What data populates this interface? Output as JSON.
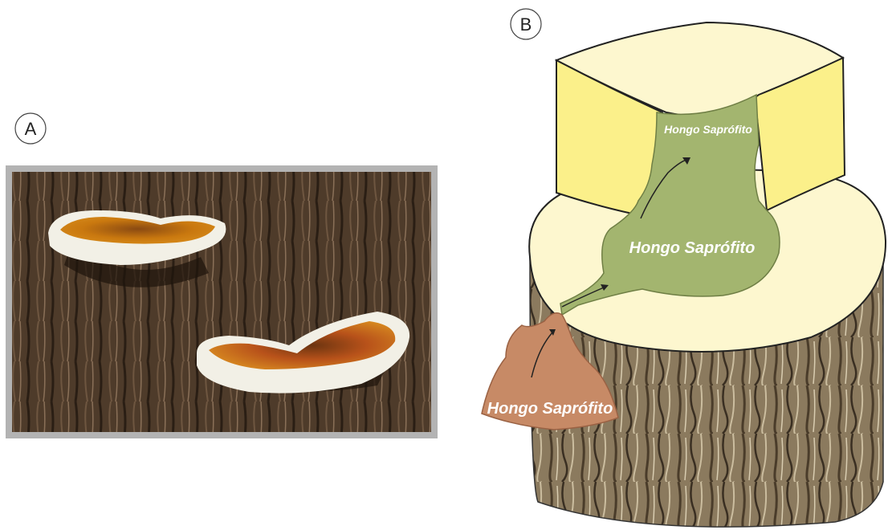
{
  "panels": {
    "a": {
      "label": "A"
    },
    "b": {
      "label": "B"
    }
  },
  "labels": {
    "fungus_top": "Hongo Saprófito",
    "fungus_middle": "Hongo Saprófito",
    "fungus_bottom": "Hongo Saprófito"
  },
  "colors": {
    "block_top": "#fdf7cf",
    "block_side": "#fbf08a",
    "disc_top": "#fdf7cf",
    "fungus_green": "#a3b56f",
    "fungus_brown": "#c78a66",
    "bark": "#7a6a52",
    "photo_frame": "#b3b3b3"
  }
}
